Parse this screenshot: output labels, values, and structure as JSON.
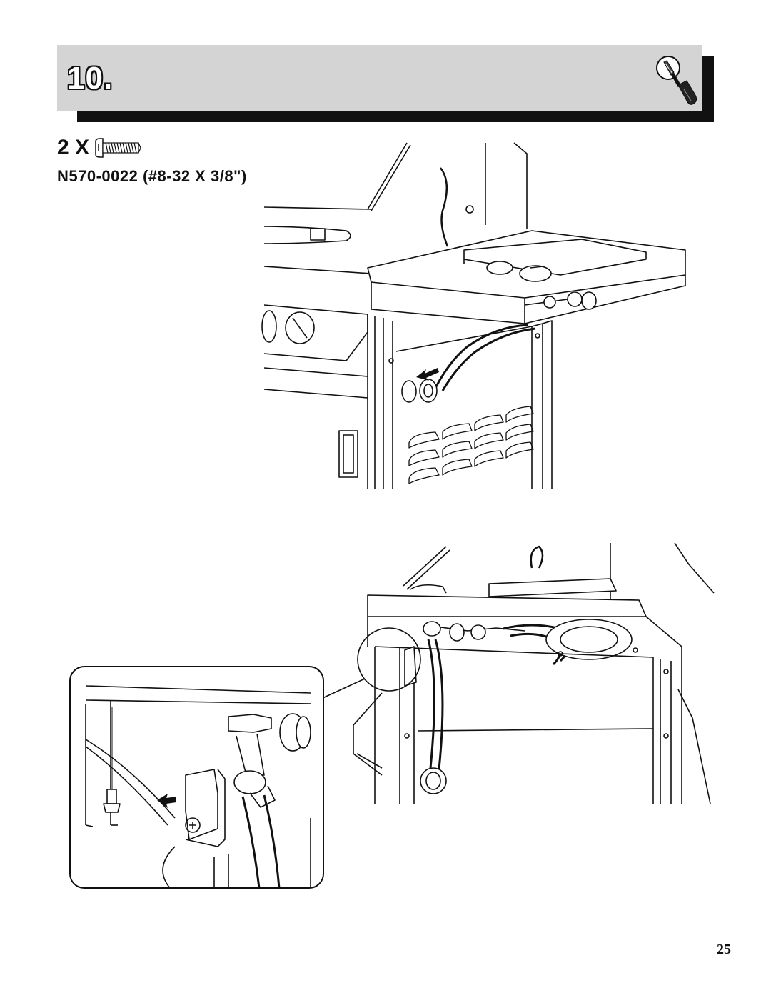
{
  "step": {
    "number": "10.",
    "tool_icon": "phillips-screwdriver-icon"
  },
  "hardware": {
    "quantity": "2 X",
    "part_number": "N570-0022 (#8-32 X 3/8\")",
    "icon": "screw-icon"
  },
  "footer": {
    "page_number": "25"
  }
}
